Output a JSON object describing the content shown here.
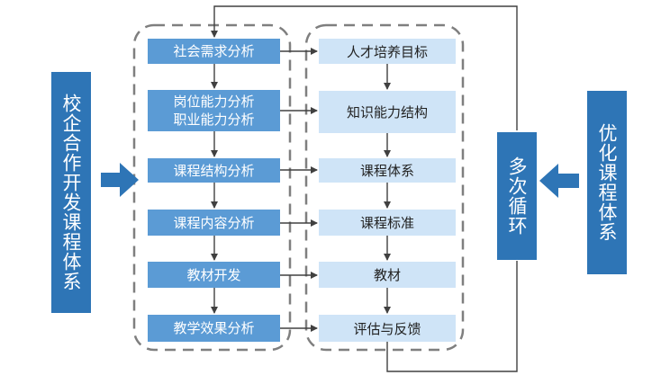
{
  "left_side_label": "校企合作开发课程体系",
  "right_side_label": "优化课程体系",
  "cycle_label": "多次循环",
  "analysis_steps": [
    {
      "lines": [
        "社会需求分析"
      ]
    },
    {
      "lines": [
        "岗位能力分析",
        "职业能力分析"
      ]
    },
    {
      "lines": [
        "课程结构分析"
      ]
    },
    {
      "lines": [
        "课程内容分析"
      ]
    },
    {
      "lines": [
        "教材开发"
      ]
    },
    {
      "lines": [
        "教学效果分析"
      ]
    }
  ],
  "outcome_steps": [
    {
      "label": "人才培养目标"
    },
    {
      "label": "知识能力结构"
    },
    {
      "label": "课程体系"
    },
    {
      "label": "课程标准"
    },
    {
      "label": "教材"
    },
    {
      "label": "评估与反馈"
    }
  ],
  "colors": {
    "dark_blue": "#2e75b6",
    "mid_blue": "#5b9bd5",
    "light_blue": "#cfe4f7",
    "dashed_border": "#7f7f7f",
    "arrow": "#404040"
  }
}
